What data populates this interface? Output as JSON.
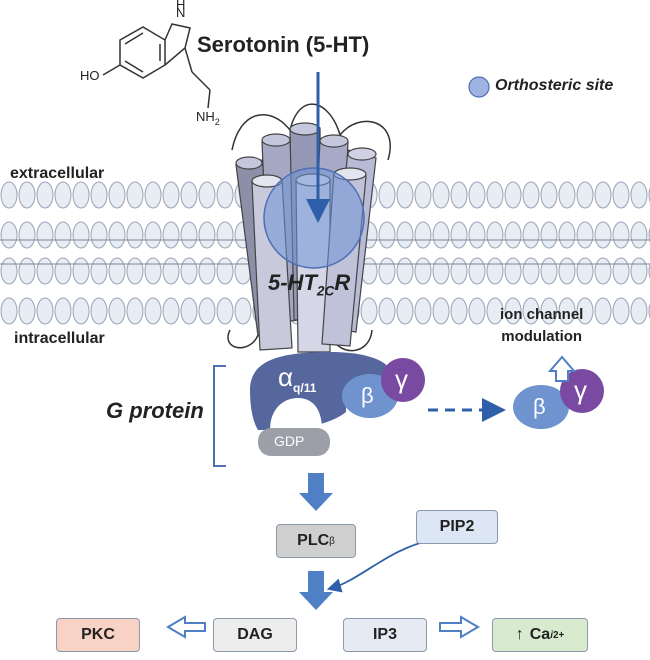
{
  "title": "Serotonin (5-HT)",
  "legend": {
    "label": "Orthosteric site"
  },
  "molecule": {
    "ho": "HO",
    "nh": "N",
    "h": "H",
    "nh2": "NH",
    "nh2_sub": "2"
  },
  "membrane": {
    "extracellular": "extracellular",
    "intracellular": "intracellular"
  },
  "receptor": {
    "base": "5-HT",
    "sub": "2C",
    "suffix": "R"
  },
  "g_protein": {
    "label": "G protein",
    "alpha": "α",
    "alpha_sub": "q/11",
    "beta": "β",
    "gamma": "γ",
    "gdp": "GDP"
  },
  "ion_channel": {
    "line1": "ion channel",
    "line2": "modulation"
  },
  "boxes": {
    "plc": "PLC",
    "plc_sub": "β",
    "pip2": "PIP2",
    "pkc": "PKC",
    "dag": "DAG",
    "ip3": "IP3",
    "ca_arrow": "↑",
    "ca": "Ca",
    "ca_italic": "i",
    "ca_sup": "2+"
  },
  "colors": {
    "arrow": "#4f7fc4",
    "alpha": "#56679d",
    "beta": "#6f93cf",
    "gamma": "#7a4aa3",
    "gdp": "#9c9ea8",
    "plc": "#cfcfcf",
    "pip2": "#dde6f4",
    "pkc": "#f7d2c5",
    "dag": "#ededed",
    "ip3": "#e6ebf3",
    "ca": "#d8ebcf"
  }
}
